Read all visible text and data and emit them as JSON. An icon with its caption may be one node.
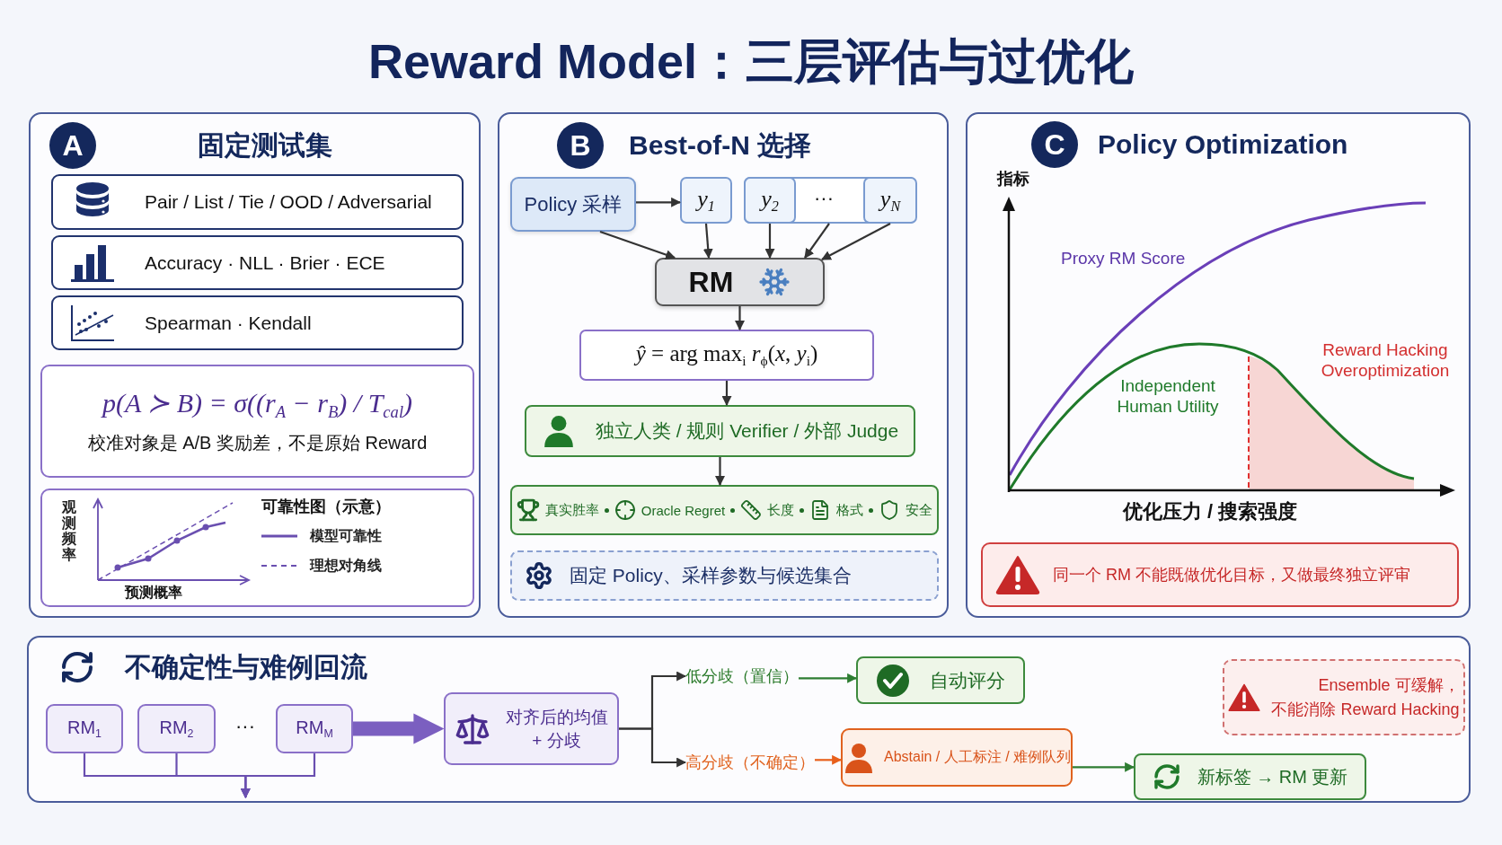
{
  "diagram": {
    "title": "Reward Model：三层评估与过优化",
    "nodes": [
      {
        "text": [
          "A",
          "固定测试集"
        ]
      },
      {
        "text": [
          "Pair / List / Tie / OOD / Adversarial"
        ],
        "in": 0
      },
      {
        "text": [
          "Accuracy · NLL · Brier · ECE"
        ],
        "in": 0
      },
      {
        "text": [
          "Spearman · Kendall"
        ],
        "in": 0
      },
      {
        "text": [
          "p(A ≻ B) = σ((r$_{A}$ − r$_{B}$) / T$_{cal}$)",
          "校准对象是 A/B 奖励差，不是原始 Reward"
        ],
        "in": 0
      },
      {
        "text": [
          "可靠性图（示意）"
        ],
        "in": 0
      },
      {
        "text": [
          "B",
          "Best-of-N 选择"
        ]
      },
      {
        "text": [
          "Policy 采样"
        ],
        "in": 6
      },
      {
        "text": [
          "y$_{1}$"
        ],
        "in": 6
      },
      {
        "text": [
          "···"
        ],
        "in": 6
      },
      {
        "text": [
          "y$_{2}$"
        ],
        "in": 9
      },
      {
        "text": [
          "y$_{N}$"
        ],
        "in": 9
      },
      {
        "text": [
          "RM"
        ],
        "in": 6
      },
      {
        "text": [
          "*ŷ* = arg max$_{i}$ *r*$_{ϕ}$(*x*, *y*$_{i}$)"
        ],
        "in": 6
      },
      {
        "text": [
          "独立人类 / 规则 Verifier / 外部 Judge"
        ],
        "in": 6
      },
      {
        "text": [
          "真实胜率",
          "Oracle Regret",
          "长度",
          "格式",
          "安全"
        ],
        "in": 6
      },
      {
        "text": [
          "固定 Policy、采样参数与候选集合"
        ],
        "in": 6
      },
      {
        "text": [
          "C",
          "Policy Optimization"
        ]
      },
      {
        "text": [
          "同一个 RM 不能既做优化目标，又做最终独立评审"
        ],
        "in": 17
      },
      {
        "text": [
          "不确定性与难例回流"
        ]
      },
      {
        "text": [
          "RM$_{1}$"
        ],
        "in": 19
      },
      {
        "text": [
          "RM$_{2}$"
        ],
        "in": 19
      },
      {
        "text": [
          "RM$_{M}$"
        ],
        "in": 19
      },
      {
        "text": [
          "对齐后的均值 + 分歧"
        ],
        "in": 19
      },
      {
        "text": [
          "低分歧（置信）"
        ],
        "in": 19
      },
      {
        "text": [
          "自动评分"
        ],
        "in": 19
      },
      {
        "text": [
          "高分歧（不确定）"
        ],
        "in": 19
      },
      {
        "text": [
          "Abstain / 人工标注 / 难例队列"
        ],
        "in": 19
      },
      {
        "text": [
          "新标签 → RM 更新"
        ],
        "in": 19
      },
      {
        "text": [
          "Ensemble 可缓解，",
          "不能消除 Reward Hacking"
        ],
        "in": 19
      }
    ],
    "edges": [
      {
        "from": 7,
        "to": 8,
        "arrow": "to"
      },
      {
        "from": 7,
        "to": 12,
        "arrow": "to"
      },
      {
        "from": 8,
        "to": 12,
        "arrow": "to"
      },
      {
        "from": 10,
        "to": 12,
        "arrow": "to"
      },
      {
        "from": 9,
        "to": 12,
        "arrow": "to"
      },
      {
        "from": 11,
        "to": 12,
        "arrow": "to"
      },
      {
        "from": 12,
        "to": 13,
        "arrow": "to"
      },
      {
        "from": 13,
        "to": 14,
        "arrow": "to"
      },
      {
        "from": 14,
        "to": 15,
        "arrow": "to"
      },
      {
        "from": 20,
        "to": null,
        "arrow": "to",
        "color": "#6a4fb0"
      },
      {
        "from": 21,
        "to": null,
        "arrow": "to",
        "color": "#6a4fb0"
      },
      {
        "from": 22,
        "to": null,
        "arrow": "to",
        "color": "#6a4fb0"
      },
      {
        "from": 22,
        "to": 23,
        "arrow": "to",
        "style": "thick",
        "color": "#7b5fc0"
      },
      {
        "from": 23,
        "to": 24,
        "arrow": "to"
      },
      {
        "from": 23,
        "to": 26,
        "arrow": "to"
      },
      {
        "from": 24,
        "to": 25,
        "arrow": "to",
        "color": "#2e7d32"
      },
      {
        "from": 26,
        "to": 27,
        "arrow": "to",
        "color": "#e8601c"
      },
      {
        "from": 27,
        "to": 28,
        "arrow": "to",
        "color": "#2e7d32"
      }
    ],
    "labels": [
      "观测频率",
      "预测概率",
      "指标",
      "Proxy RM Score",
      "Independent Human Utility",
      "Reward Hacking Overoptimization",
      "优化压力 / 搜索强度",
      "···"
    ],
    "legend": [
      {
        "text": "模型可靠性"
      },
      {
        "text": "理想对角线"
      }
    ]
  }
}
